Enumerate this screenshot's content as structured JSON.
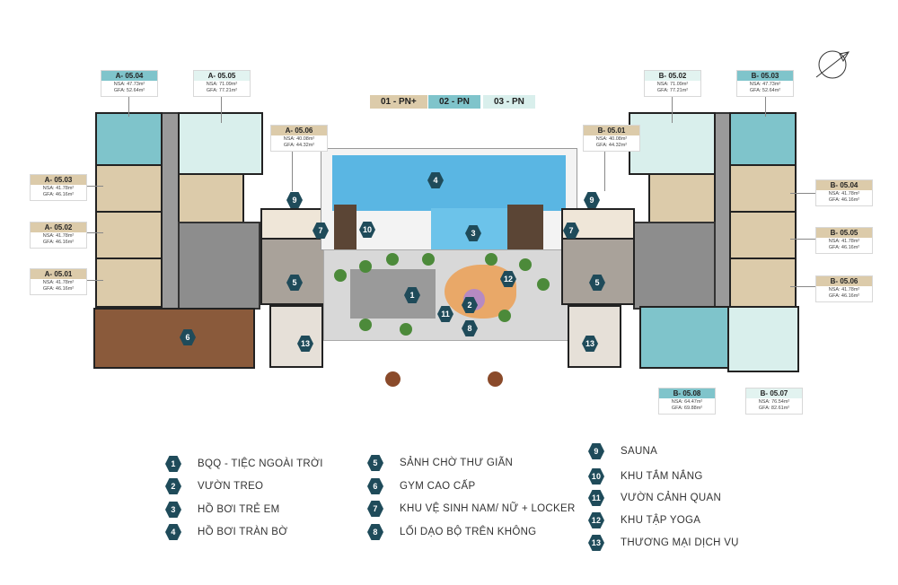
{
  "legend_types": [
    {
      "label": "01 - PN+",
      "color": "#dccbaa"
    },
    {
      "label": "02 - PN",
      "color": "#7fc4cb"
    },
    {
      "label": "03 - PN",
      "color": "#d9efec"
    }
  ],
  "units": {
    "a0504": {
      "code": "A- 05.04",
      "nsa": "NSA: 47.73m²",
      "gfa": "GFA: 52.64m²"
    },
    "a0505": {
      "code": "A- 05.05",
      "nsa": "NSA: 71.09m²",
      "gfa": "GFA: 77.21m²"
    },
    "a0506": {
      "code": "A- 05.06",
      "nsa": "NSA: 40.08m²",
      "gfa": "GFA: 44.32m²"
    },
    "a0503": {
      "code": "A- 05.03",
      "nsa": "NSA: 41.78m²",
      "gfa": "GFA: 46.16m²"
    },
    "a0502": {
      "code": "A- 05.02",
      "nsa": "NSA: 41.78m²",
      "gfa": "GFA: 46.16m²"
    },
    "a0501": {
      "code": "A- 05.01",
      "nsa": "NSA: 41.78m²",
      "gfa": "GFA: 46.16m²"
    },
    "b0502": {
      "code": "B- 05.02",
      "nsa": "NSA: 71.09m²",
      "gfa": "GFA: 77.21m²"
    },
    "b0503": {
      "code": "B- 05.03",
      "nsa": "NSA: 47.73m²",
      "gfa": "GFA: 52.64m²"
    },
    "b0501": {
      "code": "B- 05.01",
      "nsa": "NSA: 40.08m²",
      "gfa": "GFA: 44.32m²"
    },
    "b0504": {
      "code": "B- 05.04",
      "nsa": "NSA: 41.78m²",
      "gfa": "GFA: 46.16m²"
    },
    "b0505": {
      "code": "B- 05.05",
      "nsa": "NSA: 41.78m²",
      "gfa": "GFA: 46.16m²"
    },
    "b0506": {
      "code": "B- 05.06",
      "nsa": "NSA: 41.78m²",
      "gfa": "GFA: 46.16m²"
    },
    "b0508": {
      "code": "B- 05.08",
      "nsa": "NSA: 64.47m²",
      "gfa": "GFA: 69.88m²"
    },
    "b0507": {
      "code": "B- 05.07",
      "nsa": "NSA: 76.54m²",
      "gfa": "GFA: 82.61m²"
    }
  },
  "amenities": [
    {
      "num": "1",
      "label": "BQQ - TIỆC NGOÀI TRỜI"
    },
    {
      "num": "2",
      "label": "VƯỜN TREO"
    },
    {
      "num": "3",
      "label": "HỒ BƠI TRẺ EM"
    },
    {
      "num": "4",
      "label": "HỒ BƠI TRÀN BỜ"
    },
    {
      "num": "5",
      "label": "SẢNH CHỜ THƯ GIÃN"
    },
    {
      "num": "6",
      "label": "GYM CAO CẤP"
    },
    {
      "num": "7",
      "label": "KHU VỆ SINH NAM/ NỮ + LOCKER"
    },
    {
      "num": "8",
      "label": "LỐI DẠO BỘ TRÊN KHÔNG"
    },
    {
      "num": "9",
      "label": "SAUNA"
    },
    {
      "num": "10",
      "label": "KHU TẮM NẮNG"
    },
    {
      "num": "11",
      "label": "VƯỜN CẢNH QUAN"
    },
    {
      "num": "12",
      "label": "KHU TẬP YOGA"
    },
    {
      "num": "13",
      "label": "THƯƠNG MẠI DỊCH VỤ"
    }
  ]
}
